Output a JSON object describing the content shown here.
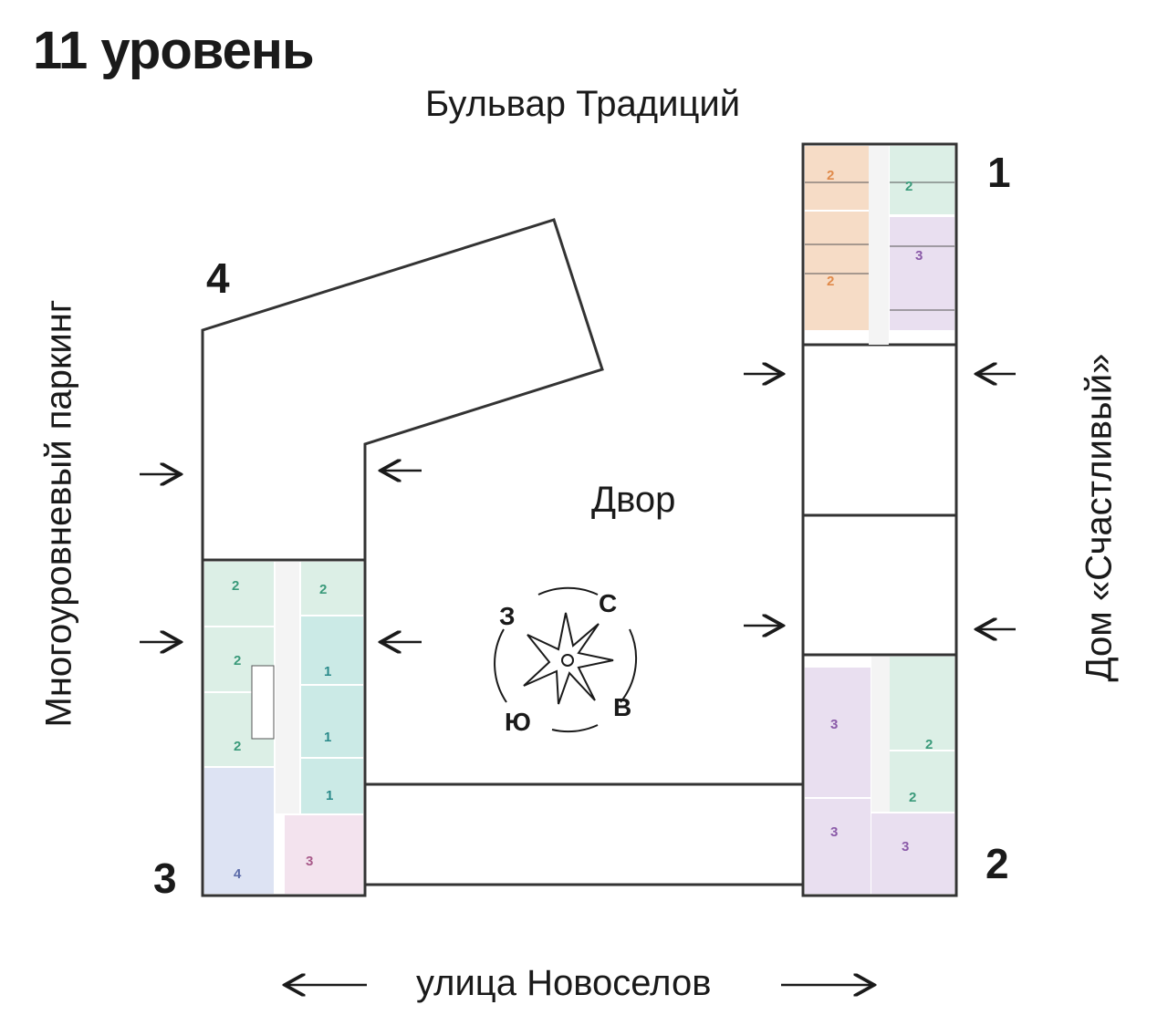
{
  "title": "11 уровень",
  "streets": {
    "top": "Бульвар Традиций",
    "bottom": "улица Новоселов",
    "left": "Многоуровневый паркинг",
    "right": "Дом «Счастливый»"
  },
  "courtyard": "Двор",
  "compass": {
    "north": "С",
    "west": "З",
    "south": "Ю",
    "east": "В"
  },
  "sections": [
    "1",
    "2",
    "3",
    "4"
  ],
  "colors": {
    "orange": "#f6dcc6",
    "green": "#dcefe6",
    "teal": "#cbeae6",
    "purple": "#e9dff0",
    "blue": "#dde3f3",
    "pink": "#f3e3ee",
    "wall": "#333333"
  },
  "apartments": {
    "section1": [
      "2",
      "2",
      "2",
      "3"
    ],
    "section2": [
      "3",
      "2",
      "2",
      "3",
      "3"
    ],
    "section3": [
      "2",
      "2",
      "2",
      "2",
      "1",
      "1",
      "1",
      "4",
      "3"
    ]
  }
}
